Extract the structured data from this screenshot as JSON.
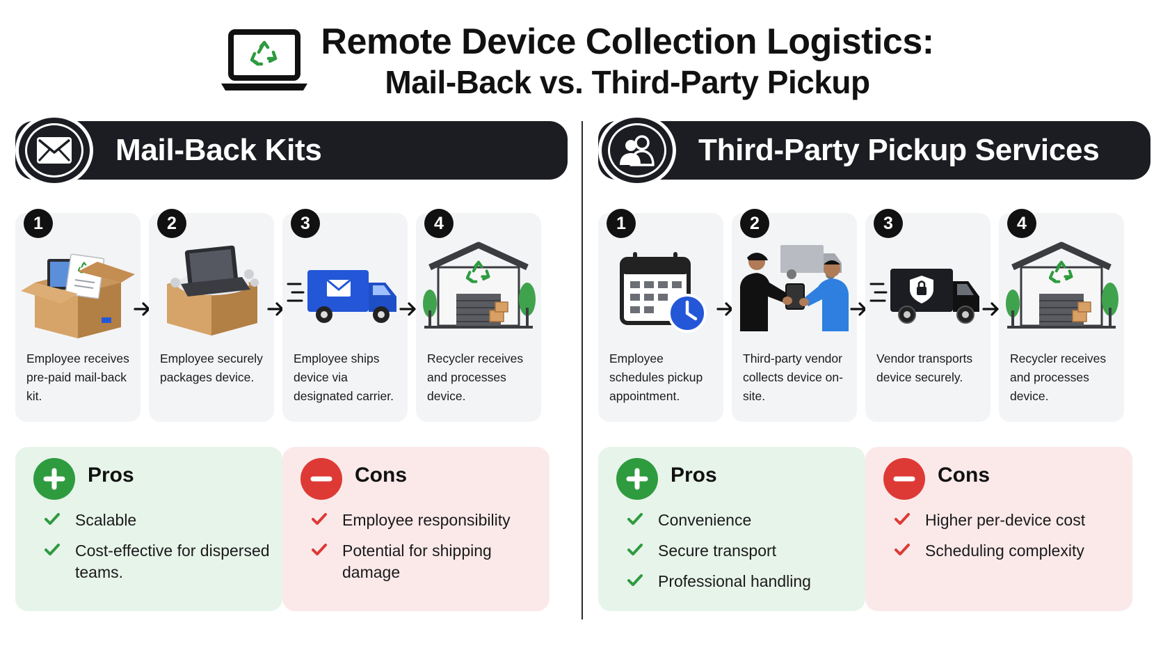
{
  "title": {
    "line1": "Remote Device Collection Logistics:",
    "line2": "Mail-Back vs. Third-Party Pickup",
    "icon": "laptop-recycle-icon"
  },
  "colors": {
    "dark": "#1b1d22",
    "green": "#2e9b3f",
    "red": "#de3a35",
    "blue": "#2357d8",
    "pros_bg": "#e7f4ea",
    "cons_bg": "#fbe9ea",
    "step_bg": "#f3f4f6"
  },
  "mailback": {
    "header": "Mail-Back Kits",
    "icon": "envelope-icon",
    "steps": [
      {
        "num": "1",
        "text": "Employee receives pre-paid mail-back kit.",
        "icon": "open-box-laptop-icon"
      },
      {
        "num": "2",
        "text": "Employee securely packages device.",
        "icon": "packed-laptop-box-icon"
      },
      {
        "num": "3",
        "text": "Employee ships device via designated carrier.",
        "icon": "mail-truck-icon"
      },
      {
        "num": "4",
        "text": "Recycler receives and processes device.",
        "icon": "recycling-facility-icon"
      }
    ],
    "pros": {
      "heading": "Pros",
      "items": [
        "Scalable",
        "Cost-effective for dispersed teams."
      ]
    },
    "cons": {
      "heading": "Cons",
      "items": [
        "Employee responsibility",
        "Potential for shipping damage"
      ]
    }
  },
  "pickup": {
    "header": "Third-Party Pickup Services",
    "icon": "people-icon",
    "steps": [
      {
        "num": "1",
        "text": "Employee schedules pickup appointment.",
        "icon": "calendar-clock-icon"
      },
      {
        "num": "2",
        "text": "Third-party vendor collects device on-site.",
        "icon": "handover-icon"
      },
      {
        "num": "3",
        "text": "Vendor transports device securely.",
        "icon": "secure-truck-icon"
      },
      {
        "num": "4",
        "text": "Recycler receives and processes device.",
        "icon": "recycling-facility-icon"
      }
    ],
    "pros": {
      "heading": "Pros",
      "items": [
        "Convenience",
        "Secure transport",
        "Professional handling"
      ]
    },
    "cons": {
      "heading": "Cons",
      "items": [
        "Higher per-device cost",
        "Scheduling complexity"
      ]
    }
  }
}
